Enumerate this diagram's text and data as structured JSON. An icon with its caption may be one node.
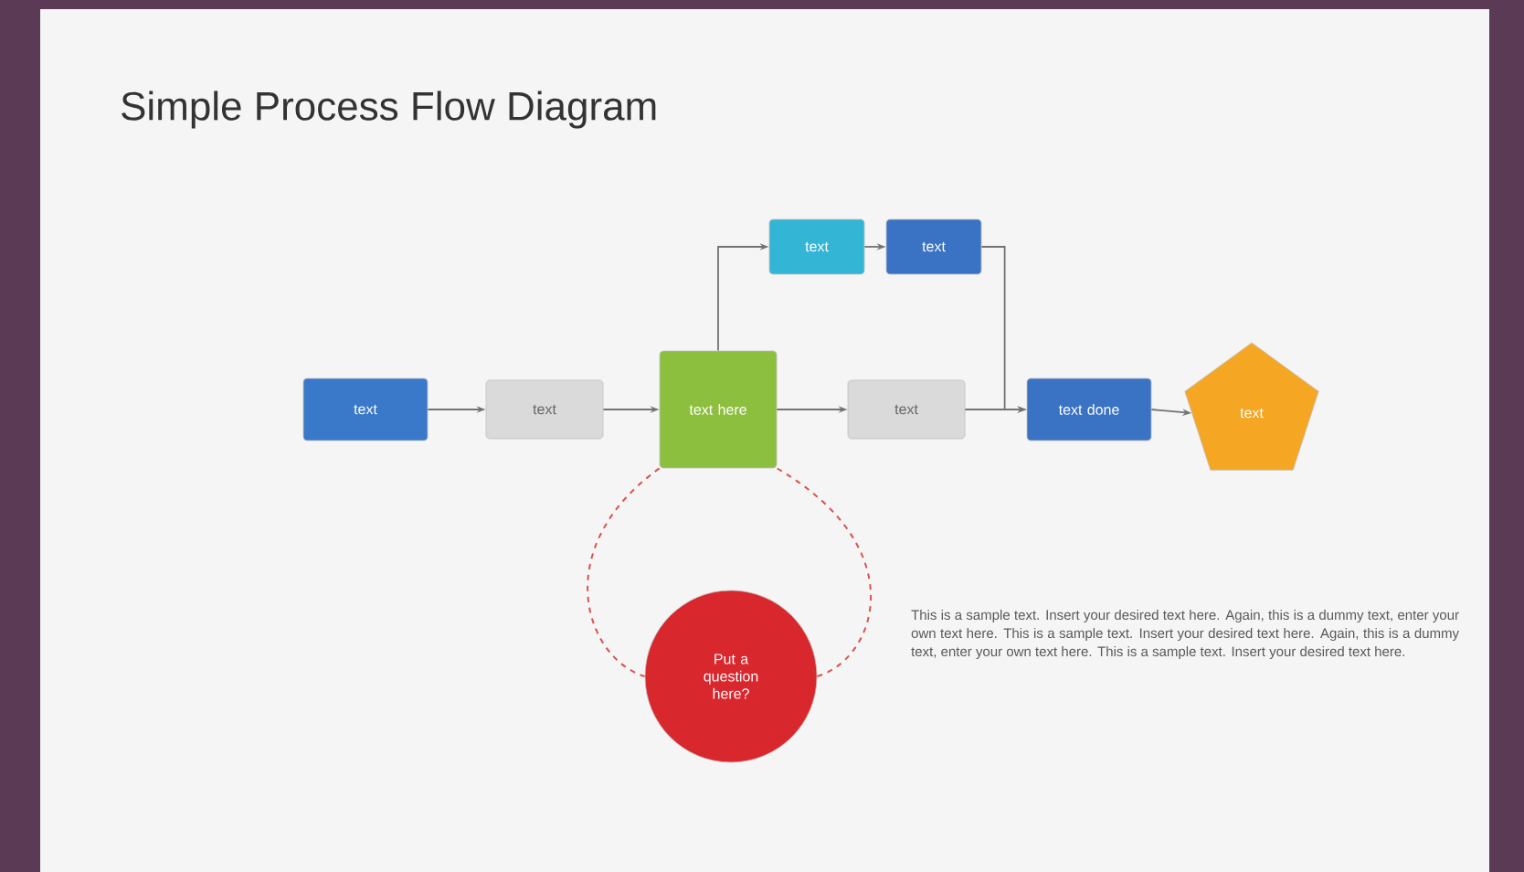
{
  "diagram": {
    "title": "Simple Process Flow Diagram",
    "nodes": [
      {
        "text": [
          "text"
        ]
      },
      {
        "text": [
          "text"
        ]
      },
      {
        "text": [
          "text here"
        ]
      },
      {
        "text": [
          "text"
        ]
      },
      {
        "text": [
          "text"
        ]
      },
      {
        "text": [
          "text"
        ]
      },
      {
        "text": [
          "text done"
        ]
      },
      {
        "text": [
          "text"
        ]
      },
      {
        "text": [
          "Put a question here?"
        ]
      }
    ],
    "edges": [
      {
        "from": 0,
        "to": 1,
        "arrow": "to"
      },
      {
        "from": 1,
        "to": 2,
        "arrow": "to"
      },
      {
        "from": 2,
        "to": 3,
        "arrow": "to"
      },
      {
        "from": 3,
        "to": 4,
        "arrow": "to"
      },
      {
        "from": 4,
        "to": 6,
        "arrow": "to"
      },
      {
        "from": 2,
        "to": 5,
        "arrow": "to"
      },
      {
        "from": 5,
        "to": 6,
        "arrow": "to"
      },
      {
        "from": 6,
        "to": 7,
        "arrow": "to"
      },
      {
        "from": 2,
        "to": 8,
        "arrow": "none",
        "style": "dashed",
        "color": "#d9534f"
      },
      {
        "from": 8,
        "to": 2,
        "arrow": "none",
        "style": "dashed",
        "color": "#d9534f"
      }
    ],
    "labels": [
      "This is a sample text. Insert your desired text here. Again, this is a dummy text, enter your own text here. This is a sample text. Insert your desired text here. Again, this is a dummy text, enter your own text here. This is a sample text. Insert your desired text here."
    ]
  }
}
